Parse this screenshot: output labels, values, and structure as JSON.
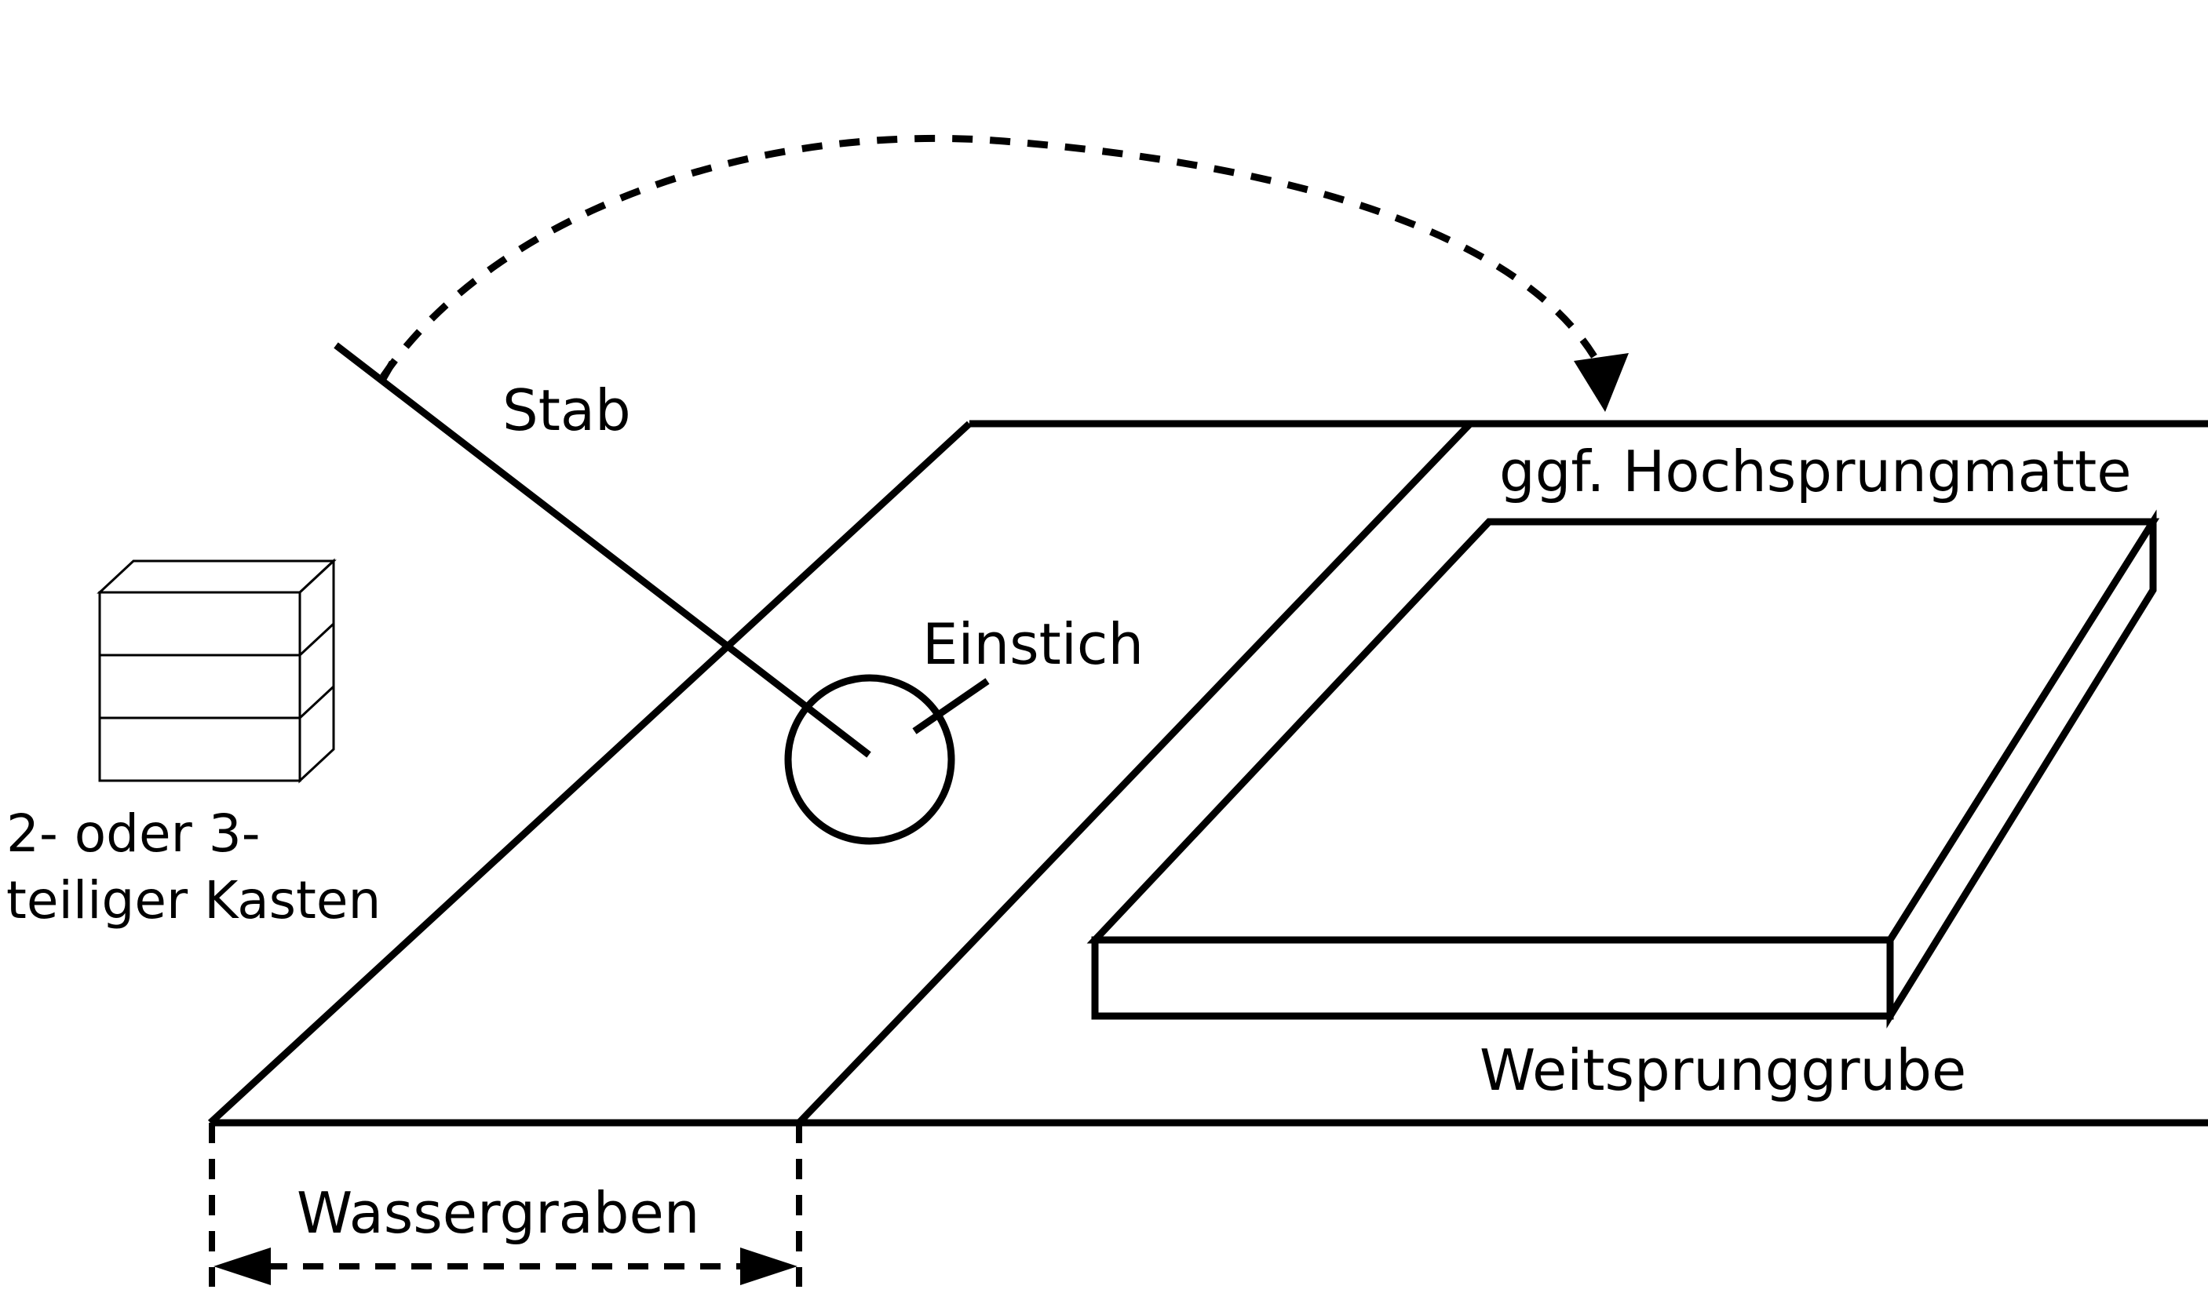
{
  "labels": {
    "stab": "Stab",
    "einstich": "Einstich",
    "hochsprungmatte": "ggf. Hochsprungmatte",
    "kasten_line1": "2- oder 3-",
    "kasten_line2": "teiliger Kasten",
    "weitsprunggrube": "Weitsprunggrube",
    "wassergraben": "Wassergraben"
  },
  "colors": {
    "stroke": "#000000",
    "fill": "#ffffff"
  }
}
